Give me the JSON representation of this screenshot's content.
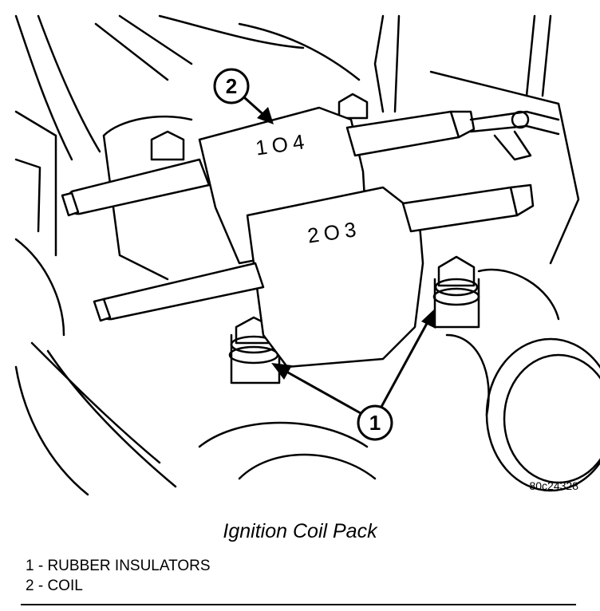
{
  "figure": {
    "coil_top_label": "1O4",
    "coil_bottom_label": "2O3",
    "callout_1": "1",
    "callout_2": "2",
    "figure_id": "80c24328"
  },
  "caption": "Ignition Coil Pack",
  "legend": [
    "1 - RUBBER INSULATORS",
    "2 - COIL"
  ]
}
